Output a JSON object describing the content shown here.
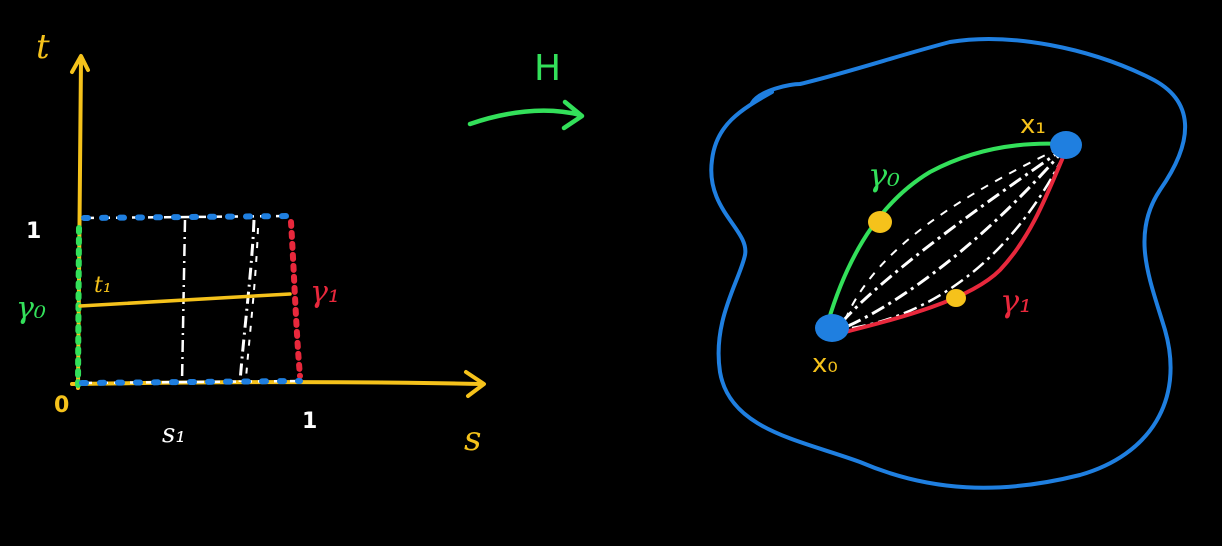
{
  "colors": {
    "background": "#000000",
    "axis": "#f5c21b",
    "gamma0": "#33e05a",
    "gamma1": "#e8283c",
    "boundary": "#1f7fe0",
    "homotopy": "#ffffff",
    "point": "#f5c21b",
    "label_white": "#ffffff"
  },
  "left_diagram": {
    "t_axis_label": "t",
    "s_axis_label": "s",
    "origin_label": "0",
    "t_one_label": "1",
    "s_one_label": "1",
    "s1_label": "s₁",
    "t1_label": "t₁",
    "gamma0_label": "γ₀",
    "gamma1_label": "γ₁"
  },
  "map_label": "H",
  "right_diagram": {
    "x0_label": "x₀",
    "x1_label": "x₁",
    "gamma0_label": "γ₀",
    "gamma1_label": "γ₁"
  }
}
